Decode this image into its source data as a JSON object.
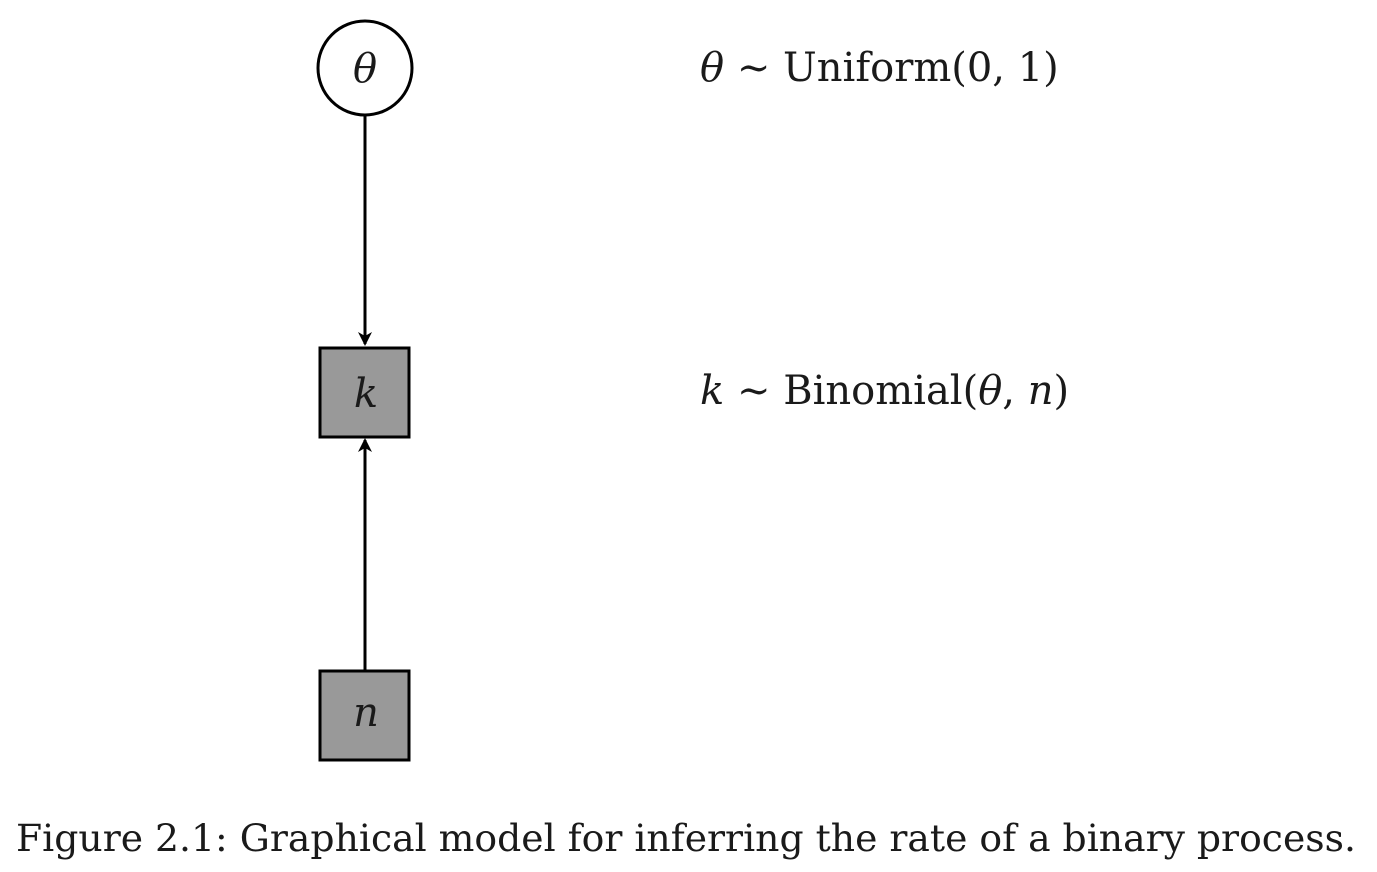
{
  "colors": {
    "observed_node_fill": "#999999",
    "latent_node_fill": "#ffffff",
    "stroke": "#000000"
  },
  "nodes": {
    "theta": {
      "label": "θ",
      "kind": "latent-continuous"
    },
    "k": {
      "label": "k",
      "kind": "observed-discrete"
    },
    "n": {
      "label": "n",
      "kind": "observed-discrete"
    }
  },
  "edges": [
    {
      "from": "theta",
      "to": "k"
    },
    {
      "from": "n",
      "to": "k"
    }
  ],
  "equations": {
    "theta": {
      "var": "θ",
      "tilde": "∼",
      "dist": "Uniform(0, 1)"
    },
    "k": {
      "var": "k",
      "tilde": "∼",
      "dist_name": "Binomial(",
      "arg1": "θ",
      "comma": ", ",
      "arg2": "n",
      "close": ")"
    }
  },
  "caption": "Figure 2.1: Graphical model for inferring the rate of a binary process."
}
